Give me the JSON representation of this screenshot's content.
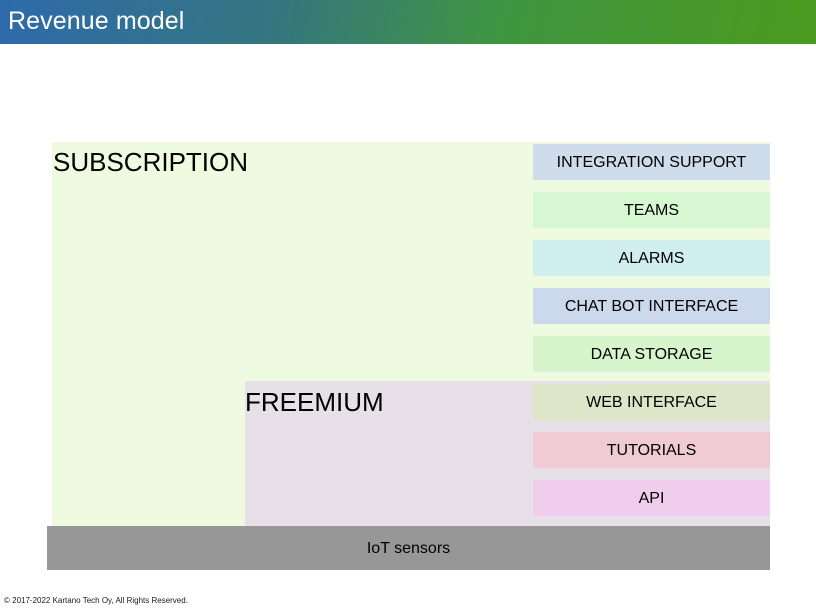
{
  "header": {
    "title": "Revenue model",
    "gradient_from": "#2e6aab",
    "gradient_to": "#4a9a1e",
    "title_color": "#ffffff"
  },
  "diagram": {
    "tiers": [
      {
        "id": "subscription",
        "label": "SUBSCRIPTION",
        "color": "#effbe1"
      },
      {
        "id": "freemium",
        "label": "FREEMIUM",
        "color": "#e7e0e8"
      }
    ],
    "features": [
      {
        "label": "INTEGRATION SUPPORT",
        "color": "#cedcec",
        "tier": "subscription"
      },
      {
        "label": "TEAMS",
        "color": "#d6f7d2",
        "tier": "subscription"
      },
      {
        "label": "ALARMS",
        "color": "#d1eeef",
        "tier": "subscription"
      },
      {
        "label": "CHAT BOT INTERFACE",
        "color": "#ccd9ec",
        "tier": "subscription"
      },
      {
        "label": "DATA STORAGE",
        "color": "#d6f5cd",
        "tier": "subscription"
      },
      {
        "label": "WEB INTERFACE",
        "color": "#dfe5c8",
        "tier": "freemium"
      },
      {
        "label": "TUTORIALS",
        "color": "#f0cbd6",
        "tier": "freemium"
      },
      {
        "label": "API",
        "color": "#f0cdec",
        "tier": "freemium"
      }
    ],
    "platform": {
      "label": "IoT sensors",
      "color": "#979797"
    }
  },
  "footer": {
    "copyright": "© 2017-2022 Kartano Tech Oy, All Rights Reserved."
  }
}
